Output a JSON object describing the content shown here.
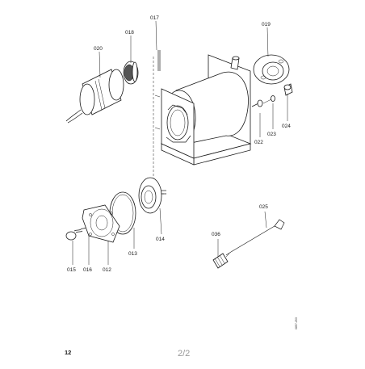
{
  "labels": {
    "p017": "017",
    "p018": "018",
    "p019": "019",
    "p020": "020",
    "p022": "022",
    "p023": "023",
    "p024": "024",
    "p014": "014",
    "p013": "013",
    "p012": "012",
    "p015": "015",
    "p016": "016",
    "p025": "025",
    "p036": "036"
  },
  "page_number": "12",
  "page_footer": "2/2",
  "drawing_code": "0857-253"
}
